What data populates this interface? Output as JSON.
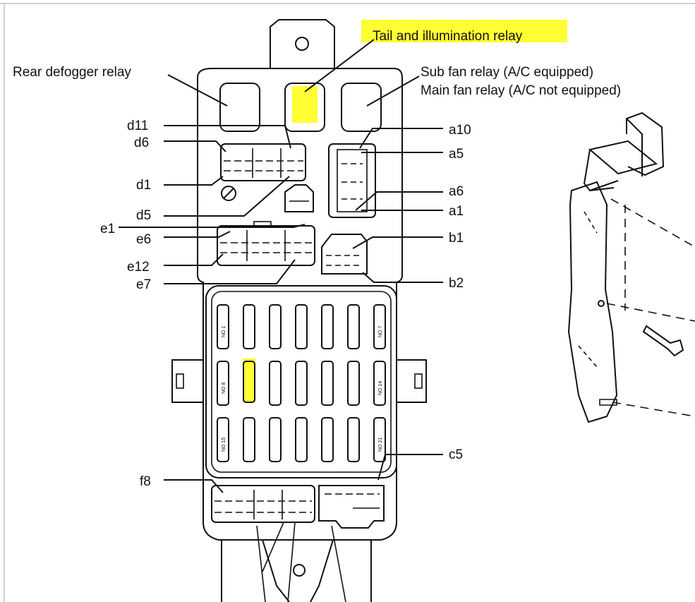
{
  "labels": {
    "tail_relay": "Tail and illumination relay",
    "rear_defogger": "Rear defogger relay",
    "sub_fan": "Sub fan relay (A/C equipped)",
    "main_fan": "Main fan relay (A/C not equipped)",
    "d11": "d11",
    "d6": "d6",
    "d1": "d1",
    "d5": "d5",
    "e1": "e1",
    "e6": "e6",
    "e12": "e12",
    "e7": "e7",
    "a10": "a10",
    "a5": "a5",
    "a6": "a6",
    "a1": "a1",
    "b1": "b1",
    "b2": "b2",
    "c5": "c5",
    "f8": "f8"
  },
  "fuse_labels": {
    "no1": "NO 1",
    "no7": "NO 7",
    "no8": "NO 8",
    "no14": "NO 14",
    "no15": "NO 15",
    "no21": "NO 21"
  },
  "highlights": {
    "color": "#ffff33",
    "items": [
      "tail_relay_label",
      "tail_relay",
      "fuse_no_9"
    ]
  }
}
